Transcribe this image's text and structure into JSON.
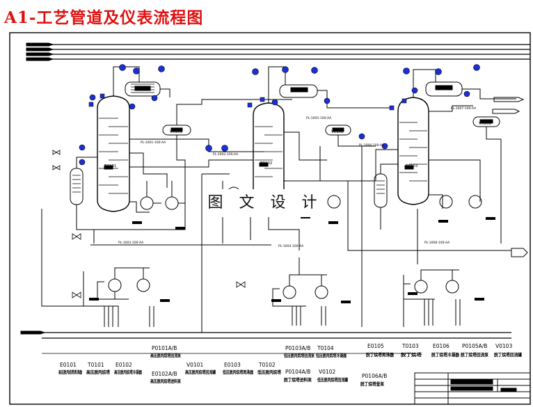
{
  "title": "A1-工艺管道及仪表流程图",
  "watermark": "图 文 设 计",
  "columns": [
    {
      "tower": "T0101",
      "drum": "V0101"
    },
    {
      "tower": "T0102",
      "drum": "V0102"
    },
    {
      "tower": "T0103",
      "drum": "V0103"
    }
  ],
  "pipe_labels": [
    "PL-1001-100-AA",
    "PL-1002-100-AA",
    "PL-1003-100-AA",
    "PL-1004-100-AA",
    "PL-1005-100-AA",
    "PL-1006-100-AA",
    "PL-1007-100-AA",
    "PL-1008-100-AA"
  ],
  "legend": [
    {
      "tag": "E0101",
      "desc": "高压脱丙烷塔再沸器"
    },
    {
      "tag": "T0101",
      "desc": "高压脱丙烷塔"
    },
    {
      "tag": "E0102",
      "desc": "高压脱丙烷塔冷凝器"
    },
    {
      "tag": "P0101A/B",
      "desc": "高压脱丙烷塔回流泵"
    },
    {
      "tag": "E0102A/B",
      "desc": "高压脱丙烷塔进料泵"
    },
    {
      "tag": "V0101",
      "desc": "高压脱丙烷塔回流罐"
    },
    {
      "tag": "E0103",
      "desc": "低压脱丙烷塔再沸器"
    },
    {
      "tag": "T0102",
      "desc": "低压脱丙烷塔"
    },
    {
      "tag": "P0103A/B",
      "desc": "低压脱丙烷塔回流泵"
    },
    {
      "tag": "T0104",
      "desc": "低压脱丙烷塔冷凝器"
    },
    {
      "tag": "P0104A/B",
      "desc": "脱丁烷塔进料泵"
    },
    {
      "tag": "V0102",
      "desc": "低压脱丙烷塔回流罐"
    },
    {
      "tag": "E0105",
      "desc": "脱丁烷塔再沸器"
    },
    {
      "tag": "P0106A/B",
      "desc": "脱丁烷塔釜泵"
    },
    {
      "tag": "T0103",
      "desc": "脱丁烷塔"
    },
    {
      "tag": "E0106",
      "desc": "脱丁烷塔冷凝器"
    },
    {
      "tag": "P0105A/B",
      "desc": "脱丁烷塔回流泵"
    },
    {
      "tag": "V0103",
      "desc": "脱丁烷塔回流罐"
    }
  ],
  "colors": {
    "line": "#000000",
    "title": "#e01010",
    "instrument": "#1a2fd6"
  }
}
